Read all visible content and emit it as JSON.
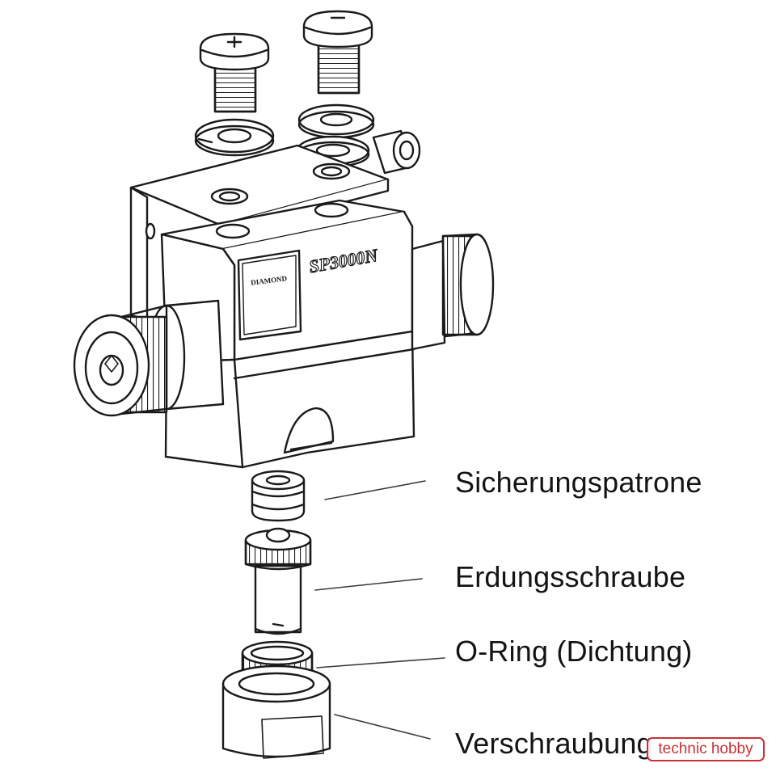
{
  "part_labels": [
    "Sicherungspatrone",
    "Erdungsschraube",
    "O-Ring (Dichtung)",
    "Verschraubung"
  ],
  "housing_marking": {
    "brand": "DIAMOND",
    "model": "SP3000N"
  },
  "watermark": "technic hobby",
  "colors": {
    "line": "#1a1a1a",
    "accent": "#c8313a",
    "background": "#ffffff"
  }
}
